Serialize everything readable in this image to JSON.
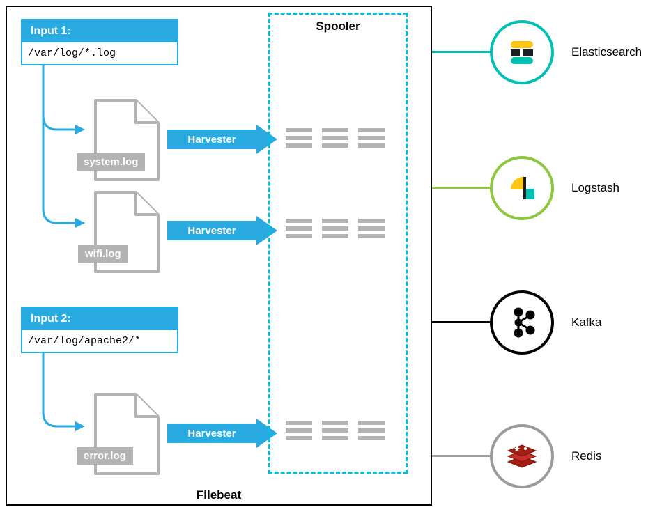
{
  "filebeat": {
    "label": "Filebeat"
  },
  "spooler": {
    "title": "Spooler"
  },
  "harvester": {
    "label": "Harvester"
  },
  "inputs": [
    {
      "title": "Input 1:",
      "path": "/var/log/*.log"
    },
    {
      "title": "Input 2:",
      "path": "/var/log/apache2/*"
    }
  ],
  "files": [
    {
      "label": "system.log"
    },
    {
      "label": "wifi.log"
    },
    {
      "label": "error.log"
    }
  ],
  "outputs": [
    {
      "label": "Elasticsearch",
      "color": "#00BFB3"
    },
    {
      "label": "Logstash",
      "color": "#8DC63F"
    },
    {
      "label": "Kafka",
      "color": "#000000"
    },
    {
      "label": "Redis",
      "color": "#9B9B9B"
    }
  ],
  "colors": {
    "input_blue": "#29ABE2",
    "spooler_border": "#00C1DE",
    "event_bar_gray": "#B3B3B3",
    "file_outline_gray": "#B3B3B3"
  }
}
